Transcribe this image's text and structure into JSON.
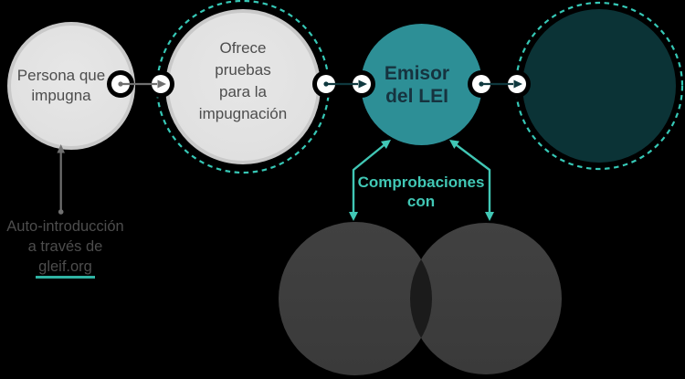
{
  "colors": {
    "background": "#000000",
    "light_circle_fill": "#e2e2e2",
    "light_circle_border": "#c9c9c9",
    "teal_circle_fill": "#2d8f96",
    "dark_teal_circle_fill": "#0b3336",
    "dashed_ring": "#36c8b6",
    "dark_arrow": "#0f383e",
    "gray_arrow": "#6f6f6f",
    "accent_teal_text": "#41c7b5",
    "gray_text": "#4d4d4d",
    "venn_fill": "#3d3d3d",
    "venn_overlap": "#1b1b1b"
  },
  "steps": [
    {
      "name": "persona",
      "lines": [
        "Persona que",
        "impugna"
      ]
    },
    {
      "name": "pruebas",
      "lines": [
        "Ofrece",
        "pruebas",
        "para la",
        "impugnación"
      ]
    },
    {
      "name": "emisor",
      "lines": [
        "Emisor",
        "del LEI"
      ]
    },
    {
      "name": "revision",
      "lines": []
    }
  ],
  "checks": {
    "line1": "Comprobaciones",
    "line2": "con"
  },
  "note": {
    "line1": "Auto-introducción",
    "line2": "a través de",
    "link": "gleif.org"
  }
}
